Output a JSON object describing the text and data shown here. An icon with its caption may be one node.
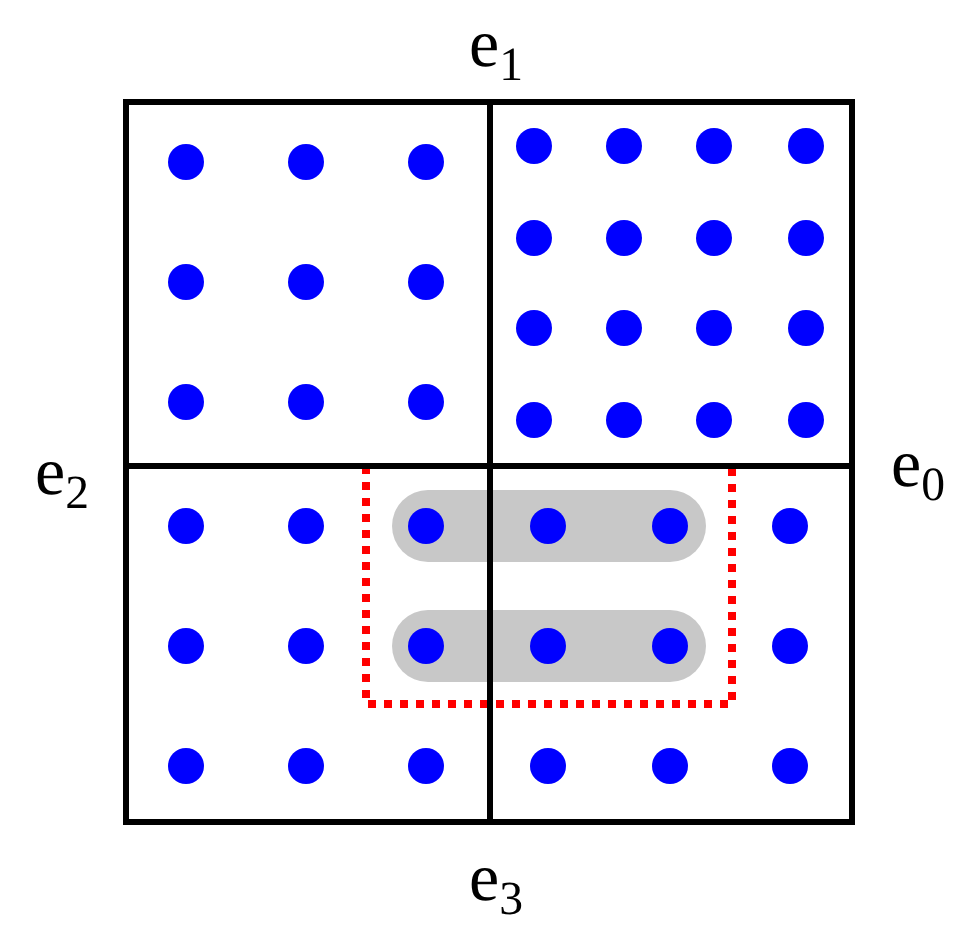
{
  "diagram": {
    "labels": [
      "e$_{1}$",
      "e$_{2}$",
      "e$_{0}$",
      "e$_{3}$"
    ]
  }
}
